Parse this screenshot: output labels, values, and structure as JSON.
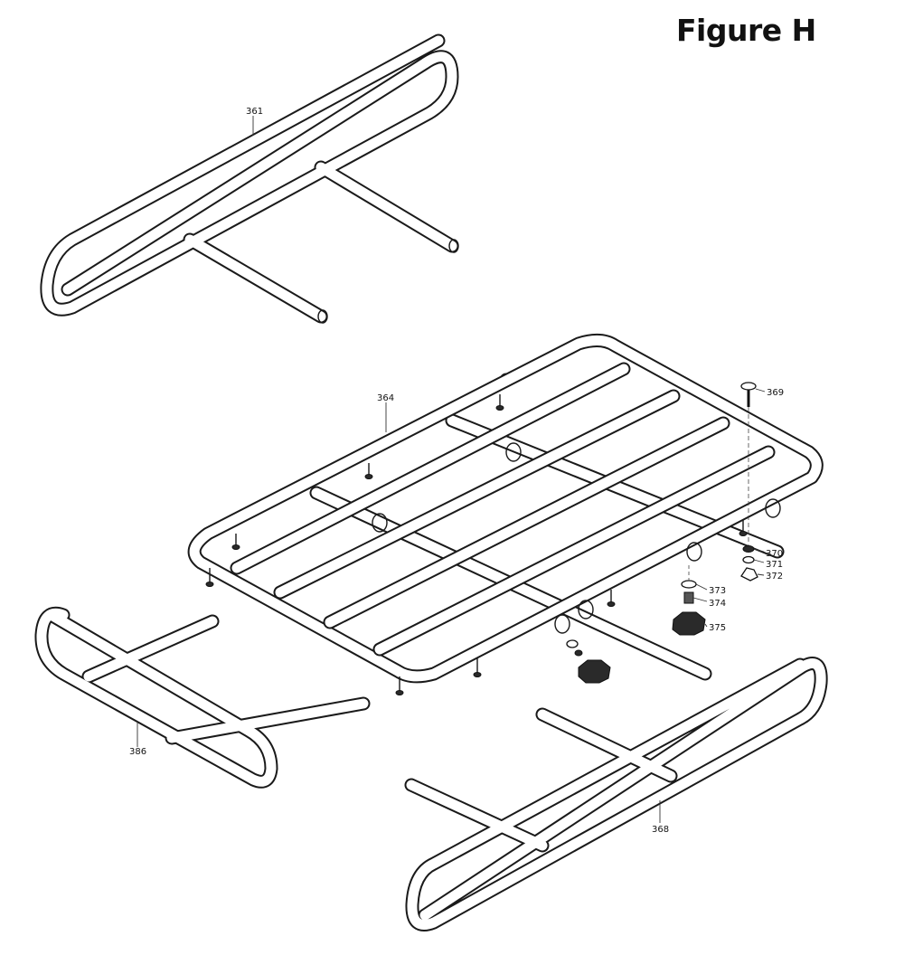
{
  "figure": {
    "title": "Figure H"
  },
  "parts": [
    {
      "id": "361",
      "label": "361"
    },
    {
      "id": "364",
      "label": "364"
    },
    {
      "id": "369",
      "label": "369"
    },
    {
      "id": "370",
      "label": "370"
    },
    {
      "id": "371",
      "label": "371"
    },
    {
      "id": "372",
      "label": "372"
    },
    {
      "id": "373",
      "label": "373"
    },
    {
      "id": "374",
      "label": "374"
    },
    {
      "id": "375",
      "label": "375"
    },
    {
      "id": "386",
      "label": "386"
    },
    {
      "id": "368",
      "label": "368"
    }
  ]
}
